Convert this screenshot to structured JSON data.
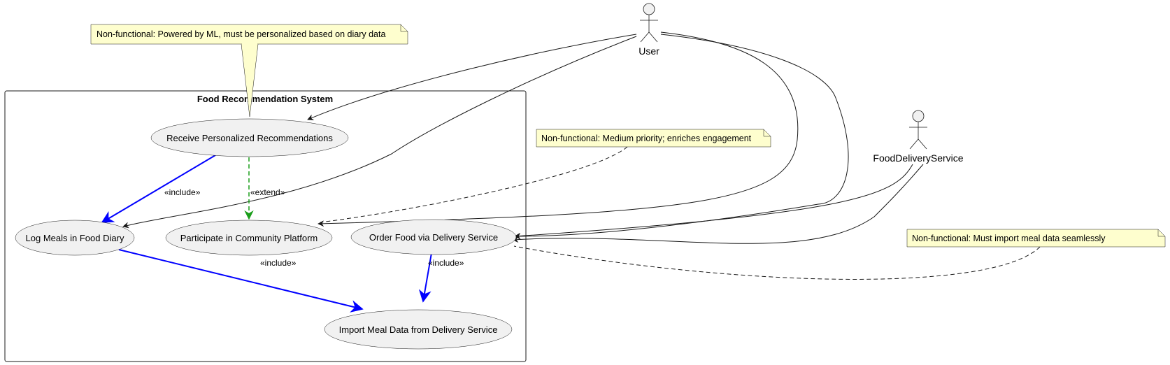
{
  "system": {
    "title": "Food Recommendation System"
  },
  "actors": {
    "user": "User",
    "delivery": "FoodDeliveryService"
  },
  "use_cases": {
    "recommend": "Receive Personalized Recommendations",
    "log": "Log Meals in Food Diary",
    "community": "Participate in Community Platform",
    "order": "Order Food via Delivery Service",
    "import": "Import Meal Data from Delivery Service"
  },
  "relations": {
    "include": "«include»",
    "extend": "«extend»"
  },
  "notes": {
    "ml": "Non-functional: Powered by ML, must be personalized based on diary data",
    "engagement": "Non-functional: Medium priority; enriches engagement",
    "import": "Non-functional: Must import meal data seamlessly"
  },
  "colors": {
    "include_edge": "#0000ff",
    "extend_edge": "#1a9e1a",
    "note_fill": "#fefece",
    "usecase_fill": "#f1f1f1"
  }
}
